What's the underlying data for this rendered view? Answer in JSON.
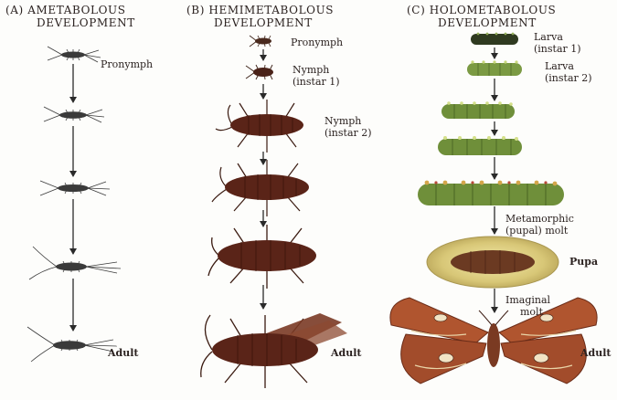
{
  "columns": [
    {
      "heading_line1": "(A)  AMETABOLOUS",
      "heading_line2": "DEVELOPMENT",
      "labels": {
        "pronymph": "Pronymph",
        "adult": "Adult"
      }
    },
    {
      "heading_line1": "(B)  HEMIMETABOLOUS",
      "heading_line2": "DEVELOPMENT",
      "labels": {
        "pronymph": "Pronymph",
        "nymph1_line1": "Nymph",
        "nymph1_line2": "(instar 1)",
        "nymph2_line1": "Nymph",
        "nymph2_line2": "(instar 2)",
        "adult": "Adult"
      }
    },
    {
      "heading_line1": "(C)  HOLOMETABOLOUS",
      "heading_line2": "DEVELOPMENT",
      "labels": {
        "larva1_line1": "Larva",
        "larva1_line2": "(instar 1)",
        "larva2_line1": "Larva",
        "larva2_line2": "(instar 2)",
        "metamorphic_line1": "Metamorphic",
        "metamorphic_line2": "(pupal) molt",
        "pupa": "Pupa",
        "imaginal_line1": "Imaginal",
        "imaginal_line2": "molt",
        "adult": "Adult"
      }
    }
  ],
  "colors": {
    "arrow": "#2a2a2a",
    "silverfish": "#3a3a3a",
    "cockroach": "#5a2418",
    "caterpillar": "#6f8f3a",
    "cocoon": "#d8c777",
    "moth": "#b0552f"
  }
}
